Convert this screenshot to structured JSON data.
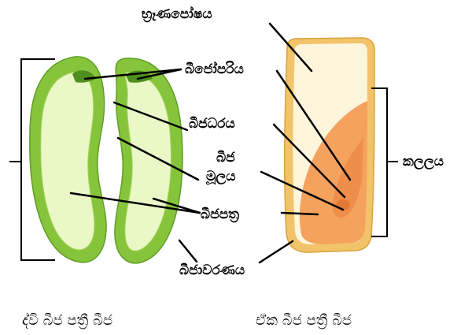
{
  "labels": {
    "endosperm": "භ්‍රෑණපෝෂය",
    "plumule": "බීජෝපරිය",
    "hypocotyl": "බීජධරය",
    "radicle_line1": "බීජ",
    "radicle_line2": "මූලය",
    "cotyledon": "බීජපත්‍ර",
    "seed_coat": "බීජාවරණය",
    "embryo": "කලලය"
  },
  "captions": {
    "dicot": "ද්වි බීජ පත්‍රී බීජ",
    "monocot": "ඒක බීජ පත්‍රී බීජ"
  },
  "colors": {
    "dicot_outer": "#86c43c",
    "dicot_inner": "#eaf8c8",
    "monocot_hull": "#f2c46a",
    "monocot_endosperm": "#fdf5dc",
    "monocot_embryo": "#f4a25e",
    "monocot_scutellum": "#ee8e4a"
  }
}
